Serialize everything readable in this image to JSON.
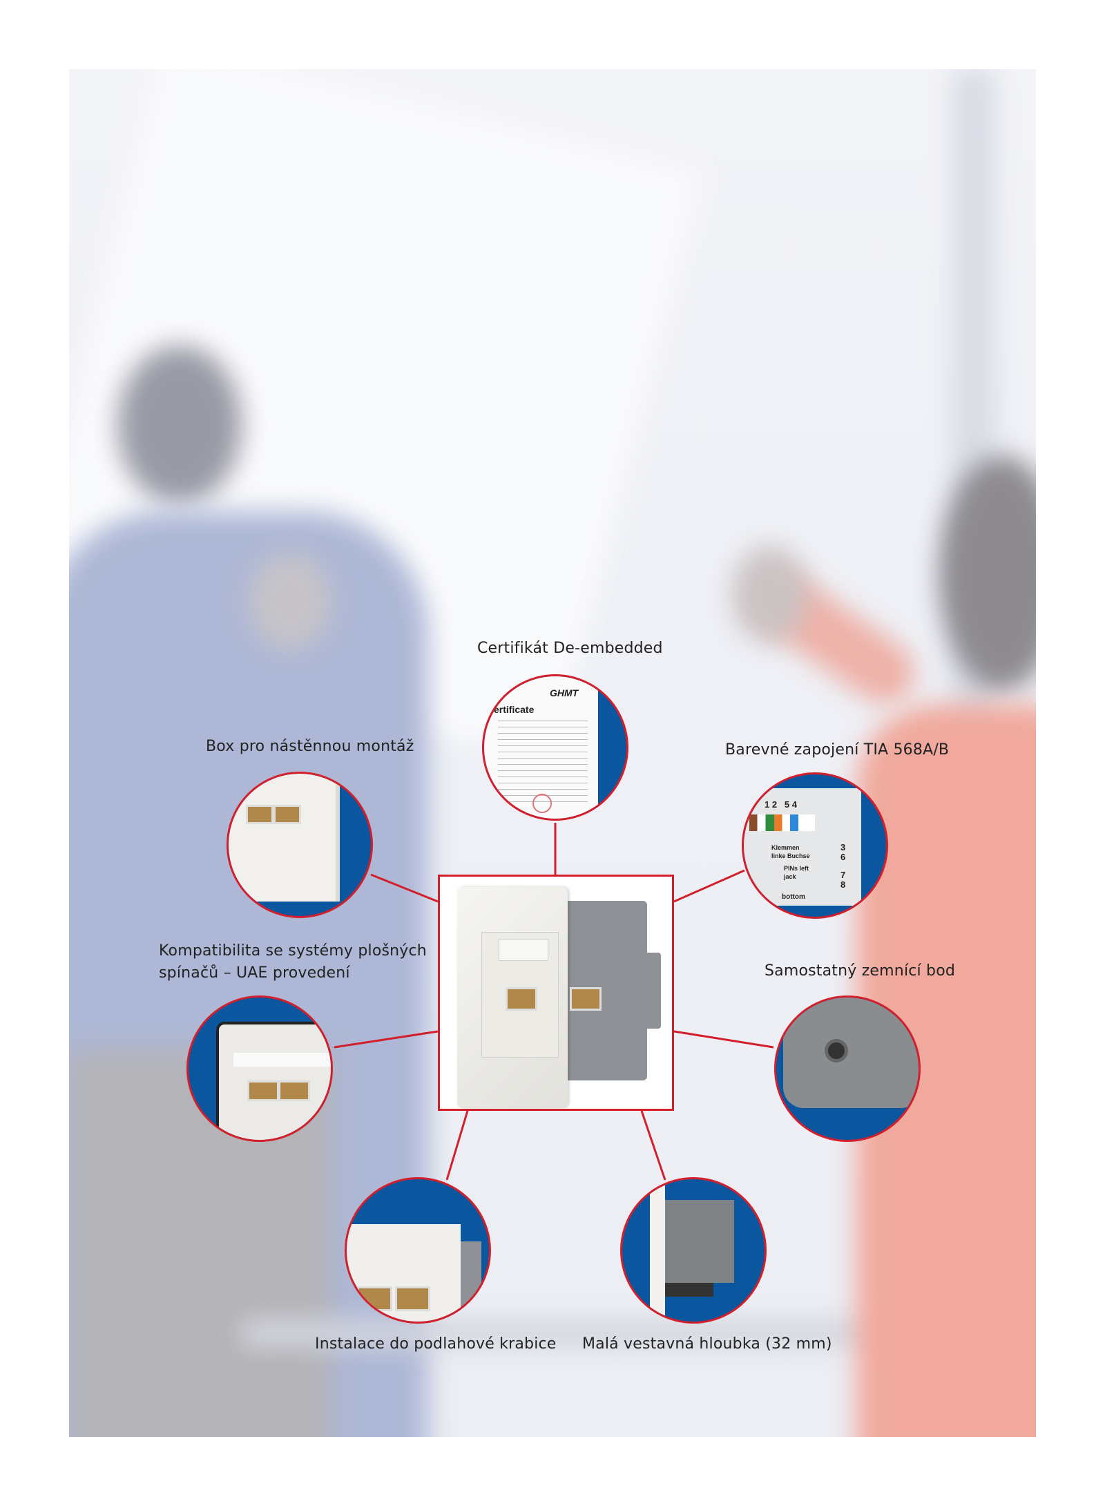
{
  "features": {
    "certificate": "Certifikát De-embedded",
    "wall_box": "Box pro nástěnnou montáž",
    "tia_wiring": "Barevné zapojení TIA 568A/B",
    "compat_line1": "Kompatibilita se systémy plošných",
    "compat_line2": "spínačů – UAE provedení",
    "grounding": "Samostatný zemnící bod",
    "floor_box": "Instalace do podlahové krabice",
    "depth": "Malá vestavná hloubka (32 mm)"
  },
  "certificate_image": {
    "title": "ertificate",
    "logo": "GHMT"
  },
  "tia_image": {
    "pins_top": "1 2   5 4",
    "pins_right_1": "3",
    "pins_right_2": "6",
    "pins_right_3": "7",
    "pins_right_4": "8",
    "klemmen": "Klemmen linke Buchse",
    "pins_label": "PINs left jack",
    "bottom": "bottom"
  },
  "colors": {
    "accent": "#d21f2b",
    "circle_bg": "#0a57a0"
  }
}
